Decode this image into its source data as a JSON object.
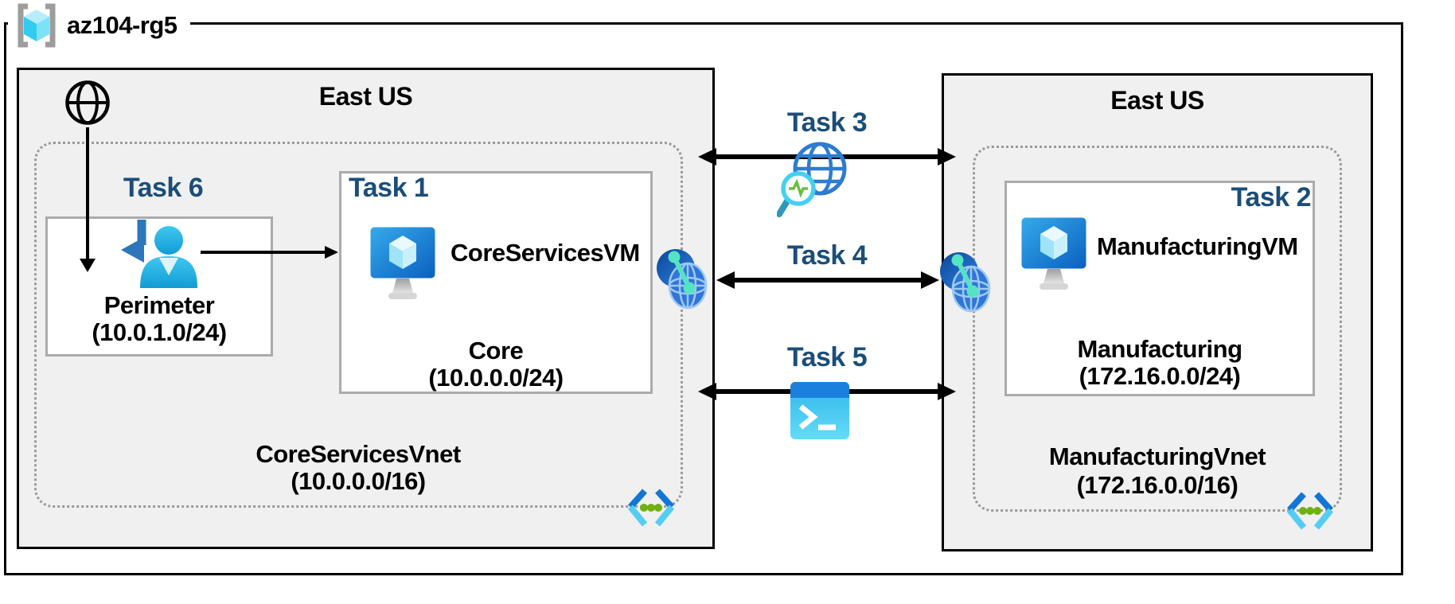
{
  "colors": {
    "task_accent": "#1b4e79",
    "region_fill": "#f0f0f0",
    "box_border": "#000000",
    "subnet_border": "#ababab",
    "dotted_border": "#9a9a9a",
    "arrow": "#000000",
    "vm_blue": "#1584da",
    "cyan_person": "#29b2e5",
    "peering_teal": "#55e3c3",
    "vnet_green": "#6fb10f"
  },
  "resource_group": {
    "label": "az104-rg5",
    "icon": "resource-group-icon"
  },
  "left_region": {
    "label": "East US",
    "internet_icon": "globe-icon",
    "task6_label": "Task 6",
    "perimeter_subnet": {
      "icon": "user-return-arrow-icon",
      "name": "Perimeter",
      "cidr": "(10.0.1.0/24)"
    },
    "core_subnet": {
      "task_label": "Task 1",
      "vm_icon": "virtual-machine-icon",
      "vm_name": "CoreServicesVM",
      "name": "Core",
      "cidr": "(10.0.0.0/24)"
    },
    "vnet": {
      "name": "CoreServicesVnet",
      "cidr": "(10.0.0.0/16)",
      "icon": "virtual-network-icon"
    },
    "peering_icon": "vnet-peering-icon"
  },
  "right_region": {
    "label": "East US",
    "manufacturing_subnet": {
      "task_label": "Task 2",
      "vm_icon": "virtual-machine-icon",
      "vm_name": "ManufacturingVM",
      "name": "Manufacturing",
      "cidr": "(172.16.0.0/24)"
    },
    "vnet": {
      "name": "ManufacturingVnet",
      "cidr": "(172.16.0.0/16)",
      "icon": "virtual-network-icon"
    },
    "peering_icon": "vnet-peering-icon"
  },
  "connections": {
    "task3": {
      "label": "Task 3",
      "icon": "network-watcher-icon"
    },
    "task4": {
      "label": "Task 4"
    },
    "task5": {
      "label": "Task 5",
      "icon": "cloud-shell-icon"
    }
  }
}
